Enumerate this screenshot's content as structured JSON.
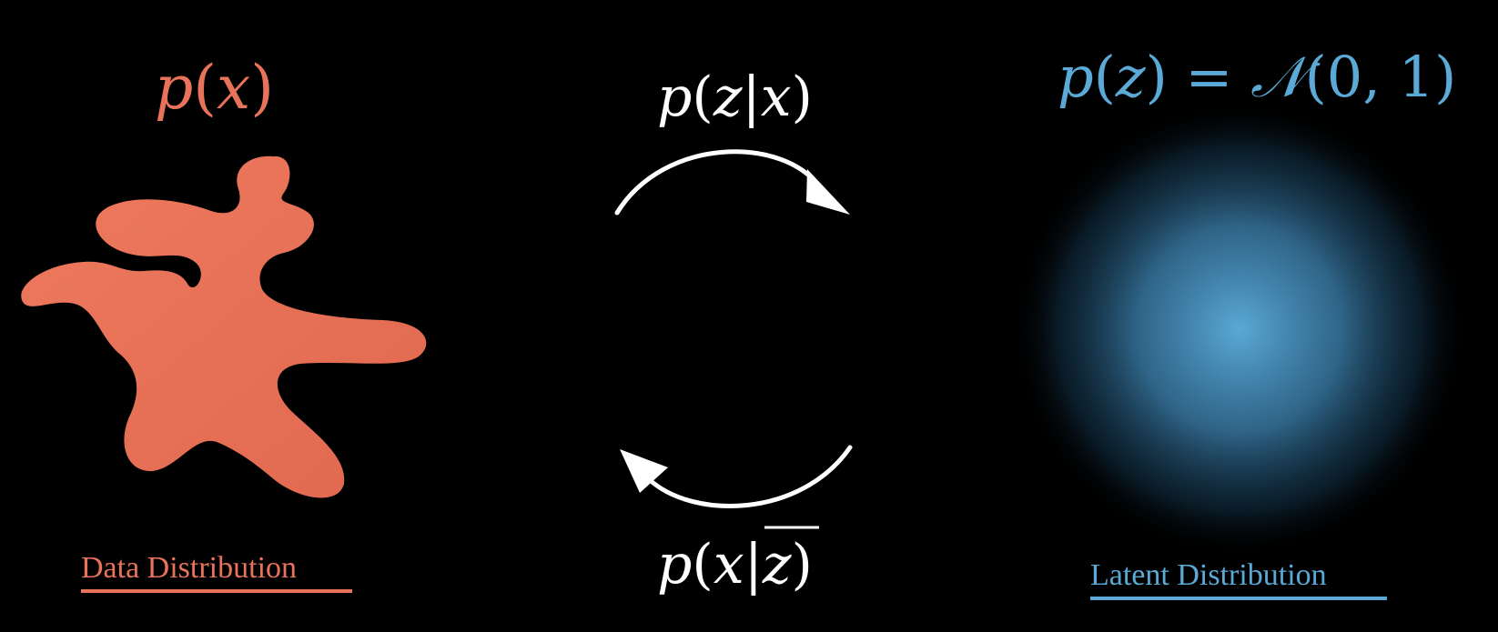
{
  "colors": {
    "background": "#000000",
    "data": "#e8735a",
    "latent": "#5aa9d6",
    "arrows": "#ffffff"
  },
  "data": {
    "formula_parts": [
      "p",
      "(",
      "x",
      ")"
    ],
    "caption": "Data Distribution"
  },
  "encoder": {
    "formula_parts": [
      "p",
      "(",
      "z",
      "|",
      "x",
      ")"
    ]
  },
  "decoder": {
    "formula_parts": [
      "p",
      "(",
      "x",
      "|",
      "z",
      ")"
    ]
  },
  "latent": {
    "formula_parts": [
      "p",
      "(",
      "z",
      ")",
      " = ",
      "𝒩",
      "(",
      "0, 1",
      ")"
    ],
    "caption": "Latent Distribution"
  }
}
